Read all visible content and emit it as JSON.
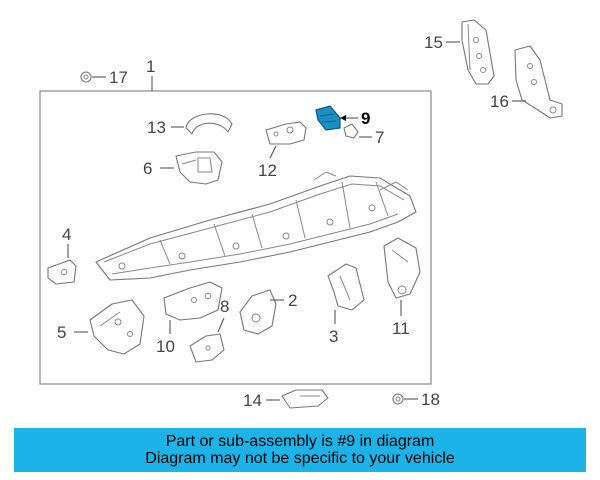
{
  "callouts": {
    "c1": "1",
    "c2": "2",
    "c3": "3",
    "c4": "4",
    "c5": "5",
    "c6": "6",
    "c7": "7",
    "c8": "8",
    "c9": "9",
    "c10": "10",
    "c11": "11",
    "c12": "12",
    "c13": "13",
    "c14": "14",
    "c15": "15",
    "c16": "16",
    "c17": "17",
    "c18": "18"
  },
  "highlight": {
    "part_number": "9",
    "color": "#1a8fc4"
  },
  "banner": {
    "line1": "Part or sub-assembly is #9 in diagram",
    "line2": "Diagram may not be specific to your vehicle",
    "background": "#1cb3e8"
  }
}
